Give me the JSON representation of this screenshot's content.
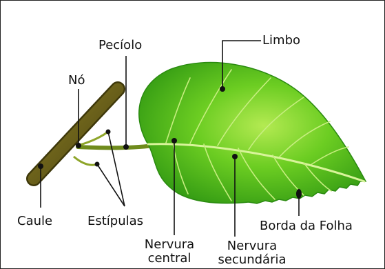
{
  "diagram": {
    "labels": {
      "peciolo": "Pecíolo",
      "limbo": "Limbo",
      "no": "Nó",
      "caule": "Caule",
      "estipulas": "Estípulas",
      "nervura_central_line1": "Nervura",
      "nervura_central_line2": "central",
      "nervura_secundaria_line1": "Nervura",
      "nervura_secundaria_line2": "secundária",
      "borda": "Borda da Folha"
    },
    "colors": {
      "leaf_dark": "#2f9a12",
      "leaf_mid": "#5cc21e",
      "leaf_light": "#a6e34a",
      "stem": "#6b6118",
      "stem_dark": "#3e380a",
      "leader_lines": "#111111"
    }
  }
}
